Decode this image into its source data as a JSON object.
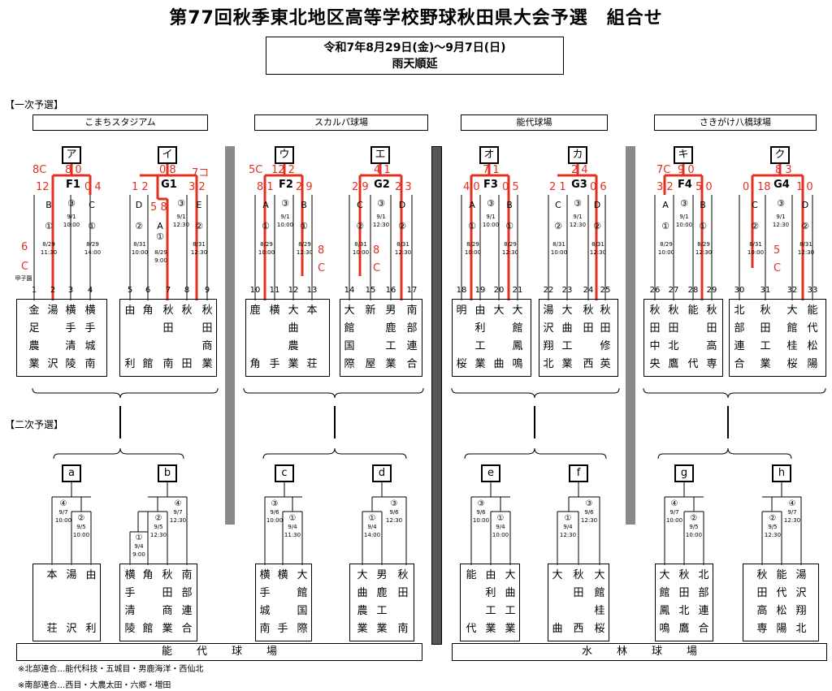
{
  "title": "第77回秋季東北地区高等学校野球秋田県大会予選　組合せ",
  "dates": {
    "line1": "令和7年8月29日(金)～9月7日(日)",
    "line2": "雨天順延"
  },
  "sections": {
    "first": "【一次予選】",
    "second": "【二次予選】"
  },
  "venues": [
    "こまちスタジアム",
    "スカルパ球場",
    "能代球場",
    "さきがけ八橋球場"
  ],
  "stadiums": {
    "noshiro": "能代球場",
    "mizubayashi": "水林球場"
  },
  "notes": [
    "※北部連合…能代科技・五城目・男鹿海洋・西仙北",
    "※南部連合…西目・大農太田・六郷・増田"
  ],
  "first_labels": [
    "ア",
    "イ",
    "ウ",
    "エ",
    "オ",
    "カ",
    "キ",
    "ク"
  ],
  "second_labels": [
    "a",
    "b",
    "c",
    "d",
    "e",
    "f",
    "g",
    "h"
  ],
  "teams_first": [
    [
      "金",
      "足",
      "農",
      "業"
    ],
    [
      "湯",
      "",
      "",
      "沢"
    ],
    [
      "横",
      "手",
      "清",
      "陵"
    ],
    [
      "横",
      "手",
      "城",
      "南"
    ],
    [
      "由",
      "",
      "",
      "利"
    ],
    [
      "角",
      "",
      "",
      "館"
    ],
    [
      "秋",
      "田",
      "",
      "南"
    ],
    [
      "秋",
      "",
      "",
      "田"
    ],
    [
      "秋",
      "田",
      "商",
      "業"
    ],
    [
      "鹿",
      "",
      "",
      "角"
    ],
    [
      "横",
      "",
      "",
      "手"
    ],
    [
      "大",
      "曲",
      "農",
      "業"
    ],
    [
      "本",
      "",
      "",
      "荘"
    ],
    [
      "大",
      "館",
      "国",
      "際"
    ],
    [
      "新",
      "",
      "",
      "屋"
    ],
    [
      "男",
      "鹿",
      "工",
      "業"
    ],
    [
      "南",
      "部",
      "連",
      "合"
    ],
    [
      "明",
      "",
      "",
      "桜"
    ],
    [
      "由",
      "利",
      "工",
      "業"
    ],
    [
      "大",
      "",
      "",
      "曲"
    ],
    [
      "大",
      "館",
      "鳳",
      "鳴"
    ],
    [
      "湯",
      "沢",
      "翔",
      "北"
    ],
    [
      "大",
      "曲",
      "工",
      "業"
    ],
    [
      "秋",
      "田",
      "",
      "西"
    ],
    [
      "秋",
      "田",
      "修",
      "英"
    ],
    [
      "秋",
      "田",
      "中",
      "央"
    ],
    [
      "秋",
      "田",
      "北",
      "鷹"
    ],
    [
      "能",
      "",
      "",
      "代"
    ],
    [
      "秋",
      "田",
      "高",
      "専"
    ],
    [
      "北",
      "部",
      "連",
      "合"
    ],
    [
      "秋",
      "田",
      "工",
      "業"
    ],
    [
      "大",
      "館",
      "桂",
      "桜"
    ],
    [
      "能",
      "代",
      "松",
      "陽"
    ]
  ],
  "teams_second": [
    [
      "本",
      "",
      "",
      "荘"
    ],
    [
      "湯",
      "",
      "",
      "沢"
    ],
    [
      "由",
      "",
      "",
      "利"
    ],
    [
      "横",
      "手",
      "清",
      "陵"
    ],
    [
      "角",
      "",
      "",
      "館"
    ],
    [
      "秋",
      "田",
      "商",
      "業"
    ],
    [
      "南",
      "部",
      "連",
      "合"
    ],
    [
      "横",
      "手",
      "城",
      "南"
    ],
    [
      "横",
      "",
      "",
      "手"
    ],
    [
      "大",
      "館",
      "国",
      "際"
    ],
    [
      "大",
      "曲",
      "農",
      "業"
    ],
    [
      "男",
      "鹿",
      "工",
      "業"
    ],
    [
      "秋",
      "田",
      "",
      "南"
    ],
    [
      "能",
      "",
      "",
      "代"
    ],
    [
      "由",
      "利",
      "工",
      "業"
    ],
    [
      "大",
      "曲",
      "工",
      "業"
    ],
    [
      "大",
      "",
      "",
      "曲"
    ],
    [
      "秋",
      "田",
      "",
      "西"
    ],
    [
      "大",
      "館",
      "桂",
      "桜"
    ],
    [
      "大",
      "館",
      "鳳",
      "鳴"
    ],
    [
      "秋",
      "田",
      "北",
      "鷹"
    ],
    [
      "北",
      "部",
      "連",
      "合"
    ],
    [
      "秋",
      "田",
      "高",
      "専"
    ],
    [
      "能",
      "代",
      "松",
      "陽"
    ],
    [
      "湯",
      "沢",
      "翔",
      "北"
    ]
  ],
  "koshien": "甲子園",
  "games_first": [
    {
      "name": "F1",
      "label": "ア"
    },
    {
      "name": "G1",
      "label": "イ"
    },
    {
      "name": "F2",
      "label": "ウ"
    },
    {
      "name": "G2",
      "label": "エ"
    },
    {
      "name": "F3",
      "label": "オ"
    },
    {
      "name": "G3",
      "label": "カ"
    },
    {
      "name": "F4",
      "label": "キ"
    },
    {
      "name": "G4",
      "label": "ク"
    }
  ]
}
